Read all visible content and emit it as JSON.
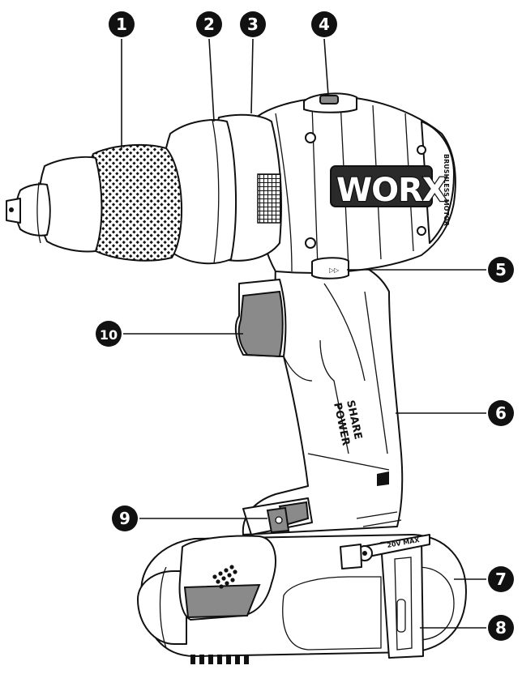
{
  "drill": {
    "brand": "WORX",
    "side_label_line1": "POWER",
    "side_label_line2": "SHARE",
    "motor_label": "BRUSHLESS MOTOR",
    "battery_label": "20V MAX",
    "direction_glyph": "▷▷"
  },
  "callouts": [
    {
      "id": "1",
      "label": "1"
    },
    {
      "id": "2",
      "label": "2"
    },
    {
      "id": "3",
      "label": "3"
    },
    {
      "id": "4",
      "label": "4"
    },
    {
      "id": "5",
      "label": "5"
    },
    {
      "id": "6",
      "label": "6"
    },
    {
      "id": "7",
      "label": "7"
    },
    {
      "id": "8",
      "label": "8"
    },
    {
      "id": "9",
      "label": "9"
    },
    {
      "id": "10",
      "label": "10"
    }
  ]
}
